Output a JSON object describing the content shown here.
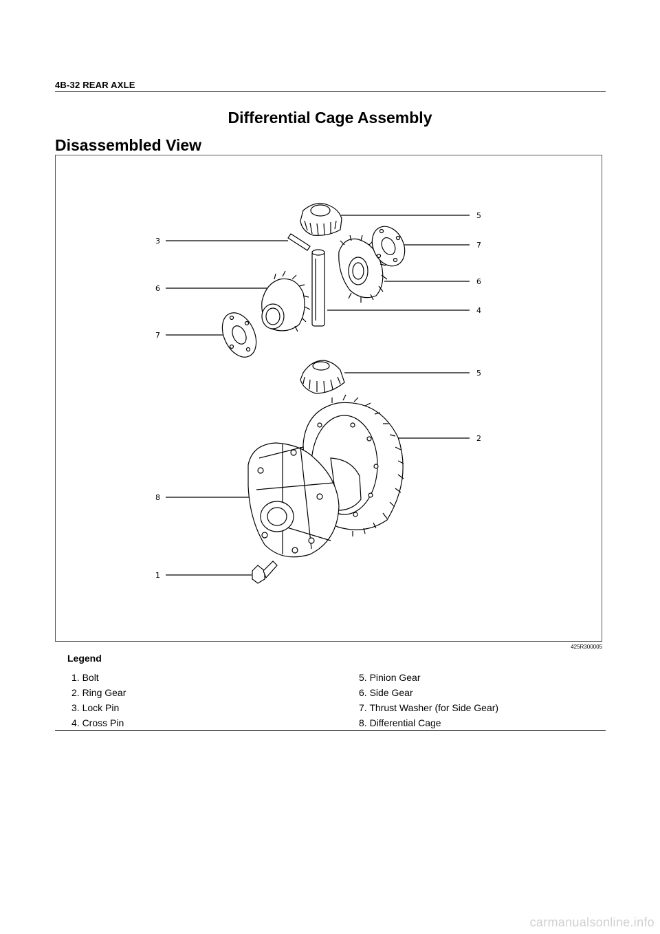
{
  "header": {
    "section": "4B-32  REAR AXLE"
  },
  "title": "Differential Cage Assembly",
  "subtitle": "Disassembled View",
  "figure": {
    "id": "425R300005",
    "callouts": {
      "c5a": "5",
      "c3": "3",
      "c7a": "7",
      "c6a": "6",
      "c6b": "6",
      "c4": "4",
      "c7b": "7",
      "c5b": "5",
      "c2": "2",
      "c8": "8",
      "c1": "1"
    }
  },
  "legend": {
    "heading": "Legend",
    "left": [
      "1.  Bolt",
      "2.  Ring Gear",
      "3.  Lock Pin",
      "4.  Cross Pin"
    ],
    "right": [
      "5.  Pinion Gear",
      "6.   Side Gear",
      "7.   Thrust Washer (for Side Gear)",
      "8.   Differential Cage"
    ]
  },
  "watermark": "carmanualsonline.info"
}
